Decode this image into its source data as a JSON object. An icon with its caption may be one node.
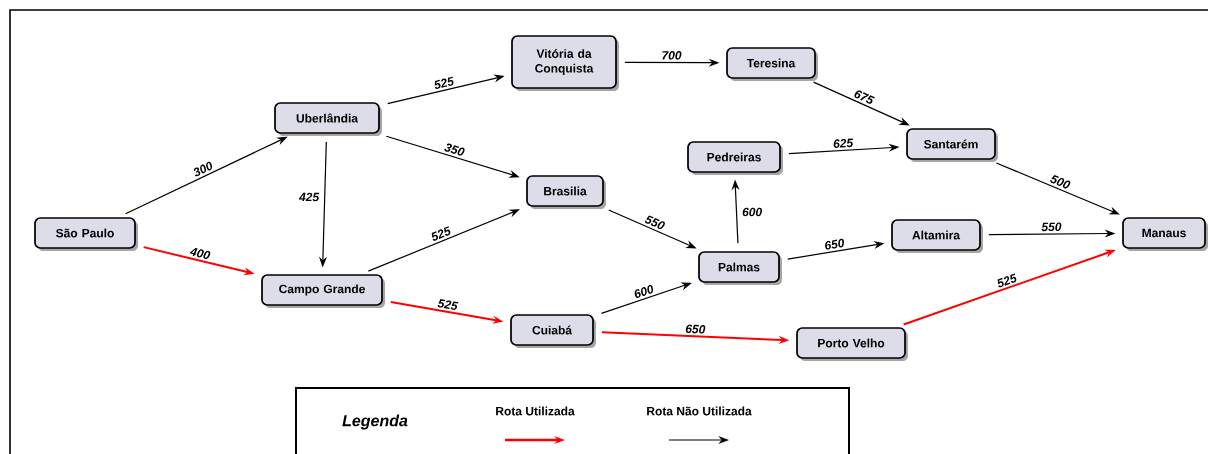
{
  "diagram": {
    "nodes": [
      {
        "text": [
          "São Paulo"
        ]
      },
      {
        "text": [
          "Uberlândia"
        ]
      },
      {
        "text": [
          "Campo Grande"
        ]
      },
      {
        "text": [
          "Vitória da Conquista"
        ]
      },
      {
        "text": [
          "Brasilia"
        ]
      },
      {
        "text": [
          "Cuiabá"
        ]
      },
      {
        "text": [
          "Teresina"
        ]
      },
      {
        "text": [
          "Pedreiras"
        ]
      },
      {
        "text": [
          "Palmas"
        ]
      },
      {
        "text": [
          "Santarém"
        ]
      },
      {
        "text": [
          "Altamira"
        ]
      },
      {
        "text": [
          "Porto Velho"
        ]
      },
      {
        "text": [
          "Manaus"
        ]
      }
    ],
    "edges": [
      {
        "from": 0,
        "to": 1,
        "arrow": "to",
        "label": "300"
      },
      {
        "from": 0,
        "to": 2,
        "arrow": "to",
        "label": "400",
        "color": "#ff0000"
      },
      {
        "from": 1,
        "to": 3,
        "arrow": "to",
        "label": "525"
      },
      {
        "from": 1,
        "to": 4,
        "arrow": "to",
        "label": "350"
      },
      {
        "from": 1,
        "to": 2,
        "arrow": "to",
        "label": "425"
      },
      {
        "from": 2,
        "to": 4,
        "arrow": "to",
        "label": "525"
      },
      {
        "from": 2,
        "to": 5,
        "arrow": "to",
        "label": "525",
        "color": "#ff0000"
      },
      {
        "from": 3,
        "to": 6,
        "arrow": "to",
        "label": "700"
      },
      {
        "from": 4,
        "to": 8,
        "arrow": "to",
        "label": "550"
      },
      {
        "from": 5,
        "to": 8,
        "arrow": "to",
        "label": "600"
      },
      {
        "from": 5,
        "to": 11,
        "arrow": "to",
        "label": "650",
        "color": "#ff0000"
      },
      {
        "from": 6,
        "to": 9,
        "arrow": "to",
        "label": "675"
      },
      {
        "from": 7,
        "to": 9,
        "arrow": "to",
        "label": "625"
      },
      {
        "from": 8,
        "to": 7,
        "arrow": "to",
        "label": "600"
      },
      {
        "from": 8,
        "to": 10,
        "arrow": "to",
        "label": "650"
      },
      {
        "from": 9,
        "to": 12,
        "arrow": "to",
        "label": "500"
      },
      {
        "from": 10,
        "to": 12,
        "arrow": "to",
        "label": "550"
      },
      {
        "from": 11,
        "to": 12,
        "arrow": "to",
        "label": "525",
        "color": "#ff0000"
      }
    ],
    "labels": [
      "Legenda"
    ],
    "legend": [
      {
        "text": "Rota Utilizada"
      },
      {
        "text": "Rota Não Utilizada"
      }
    ]
  }
}
